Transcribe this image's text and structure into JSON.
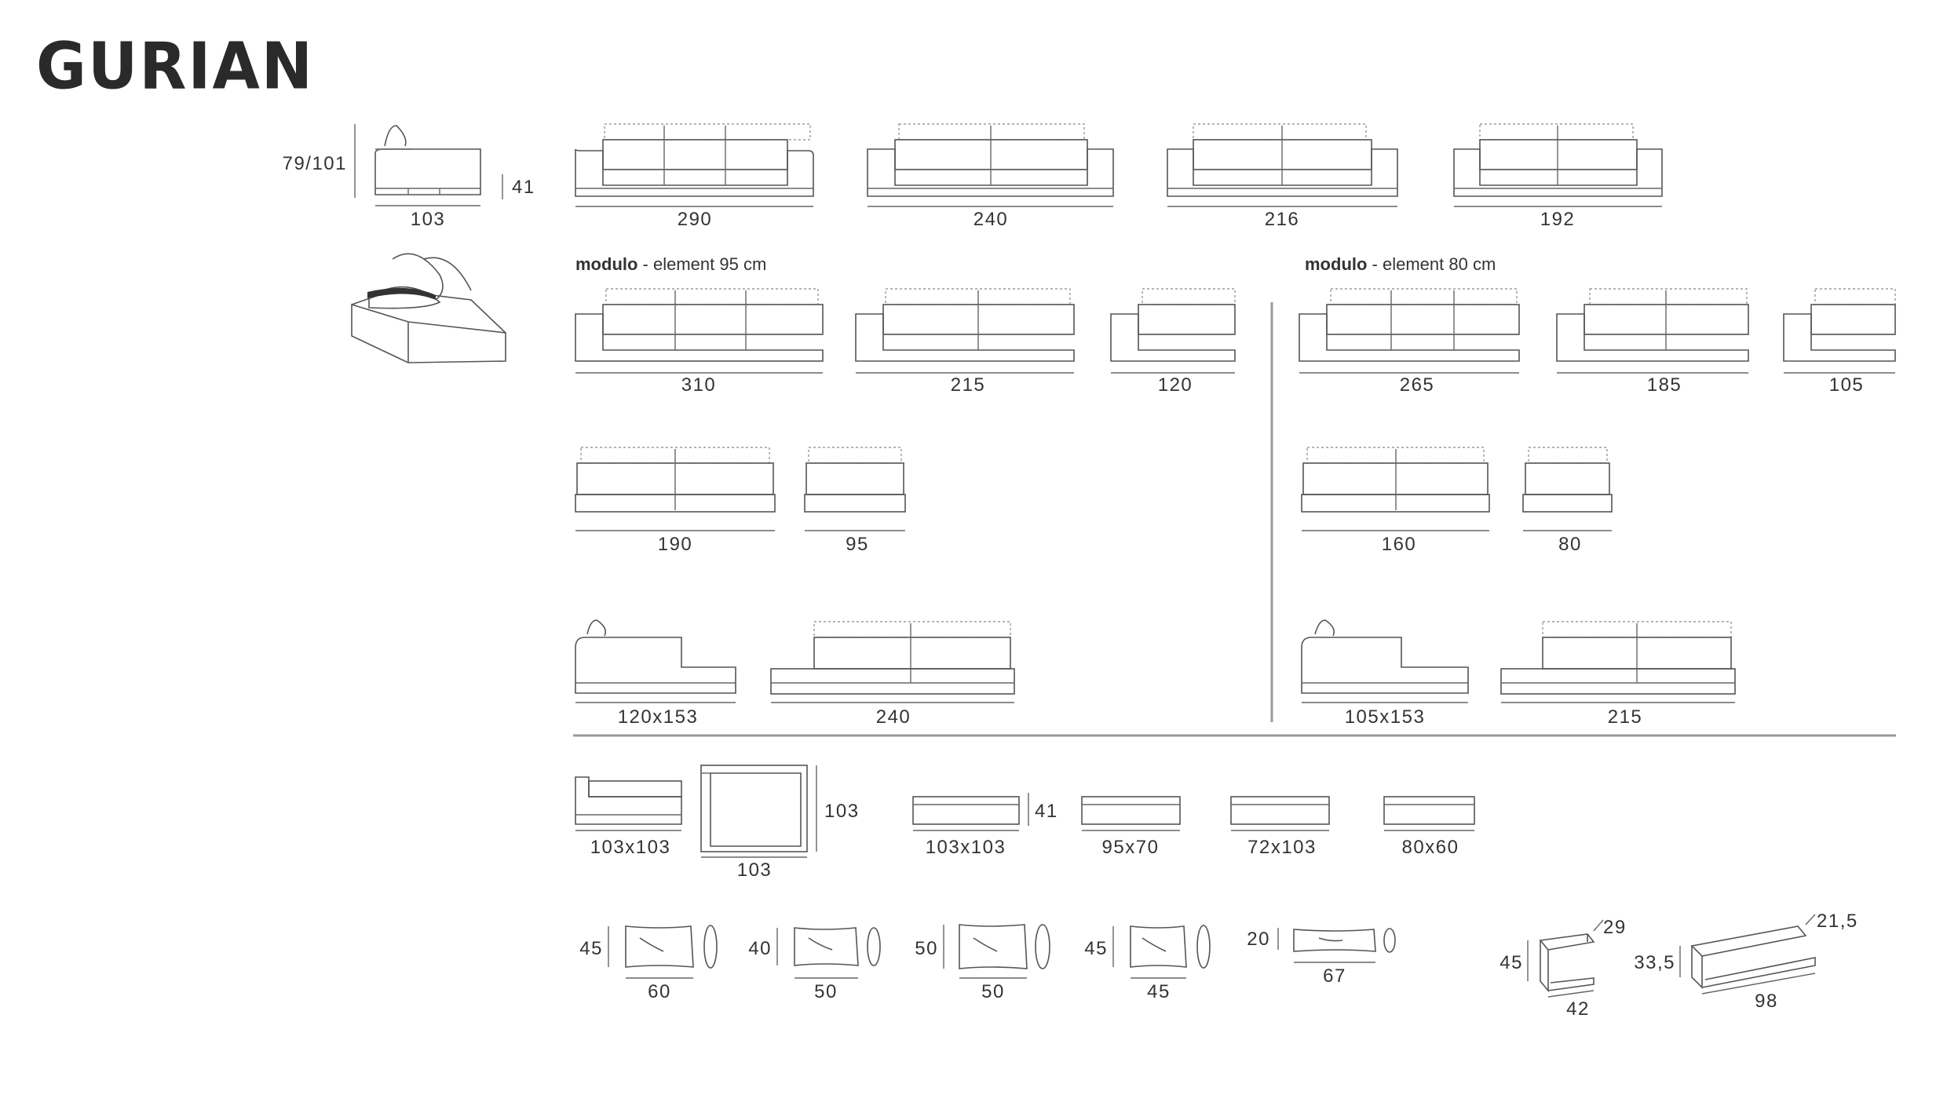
{
  "brand": {
    "logo_text": "GURIAN"
  },
  "sections": {
    "modulo_95": {
      "bold": "modulo",
      "rest": " - element 95 cm"
    },
    "modulo_80": {
      "bold": "modulo",
      "rest": " - element 80 cm"
    }
  },
  "side_view": {
    "height": "79/101",
    "seat": "41",
    "depth": "103"
  },
  "dimensions": {
    "top_row": [
      "290",
      "240",
      "216",
      "192"
    ],
    "m95_row1": [
      "310",
      "215",
      "120"
    ],
    "m95_row2": [
      "190",
      "95"
    ],
    "m95_row3": [
      "120x153",
      "240"
    ],
    "m80_row1": [
      "265",
      "185",
      "105"
    ],
    "m80_row2": [
      "160",
      "80"
    ],
    "m80_row3": [
      "105x153",
      "215"
    ],
    "bottom_row": {
      "corner_label": "103x103",
      "plan_side": "103",
      "plan_bottom": "103",
      "pouf_height": "41",
      "poufs": [
        "103x103",
        "95x70",
        "72x103",
        "80x60"
      ]
    },
    "cushions": [
      {
        "h": "45",
        "w": "60"
      },
      {
        "h": "40",
        "w": "50"
      },
      {
        "h": "50",
        "w": "50"
      },
      {
        "h": "45",
        "w": "45"
      },
      {
        "h": "20",
        "w": "67"
      }
    ],
    "tables": {
      "small": {
        "h": "45",
        "d": "29",
        "w": "42"
      },
      "large": {
        "h": "33,5",
        "d": "21,5",
        "w": "98"
      }
    }
  }
}
